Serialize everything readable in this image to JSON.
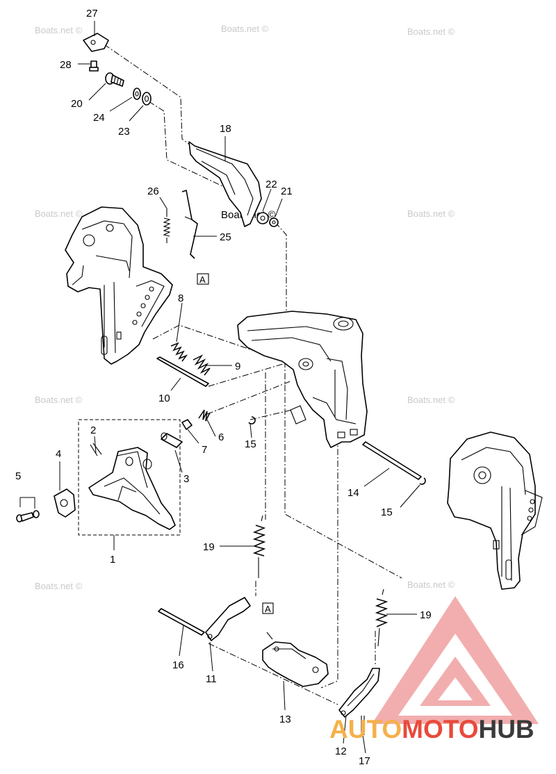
{
  "watermark_text": "Boats.net ©",
  "reference_tag": "A",
  "logo": {
    "part1": "AUTO",
    "part2": "MOTO",
    "part3": "HUB",
    "color1": "#f5b04a",
    "color2": "#e84a3c",
    "color3": "#3a3a3a",
    "triangle_color": "#f0a0a0"
  },
  "callouts": {
    "c1": "1",
    "c2": "2",
    "c3": "3",
    "c4": "4",
    "c5": "5",
    "c6": "6",
    "c7": "7",
    "c8": "8",
    "c9": "9",
    "c10": "10",
    "c11": "11",
    "c12": "12",
    "c13": "13",
    "c14": "14",
    "c15a": "15",
    "c15b": "15",
    "c16": "16",
    "c17": "17",
    "c18": "18",
    "c19a": "19",
    "c19b": "19",
    "c20": "20",
    "c21": "21",
    "c22": "22",
    "c23": "23",
    "c24": "24",
    "c25": "25",
    "c26": "26",
    "c27": "27",
    "c28": "28"
  }
}
